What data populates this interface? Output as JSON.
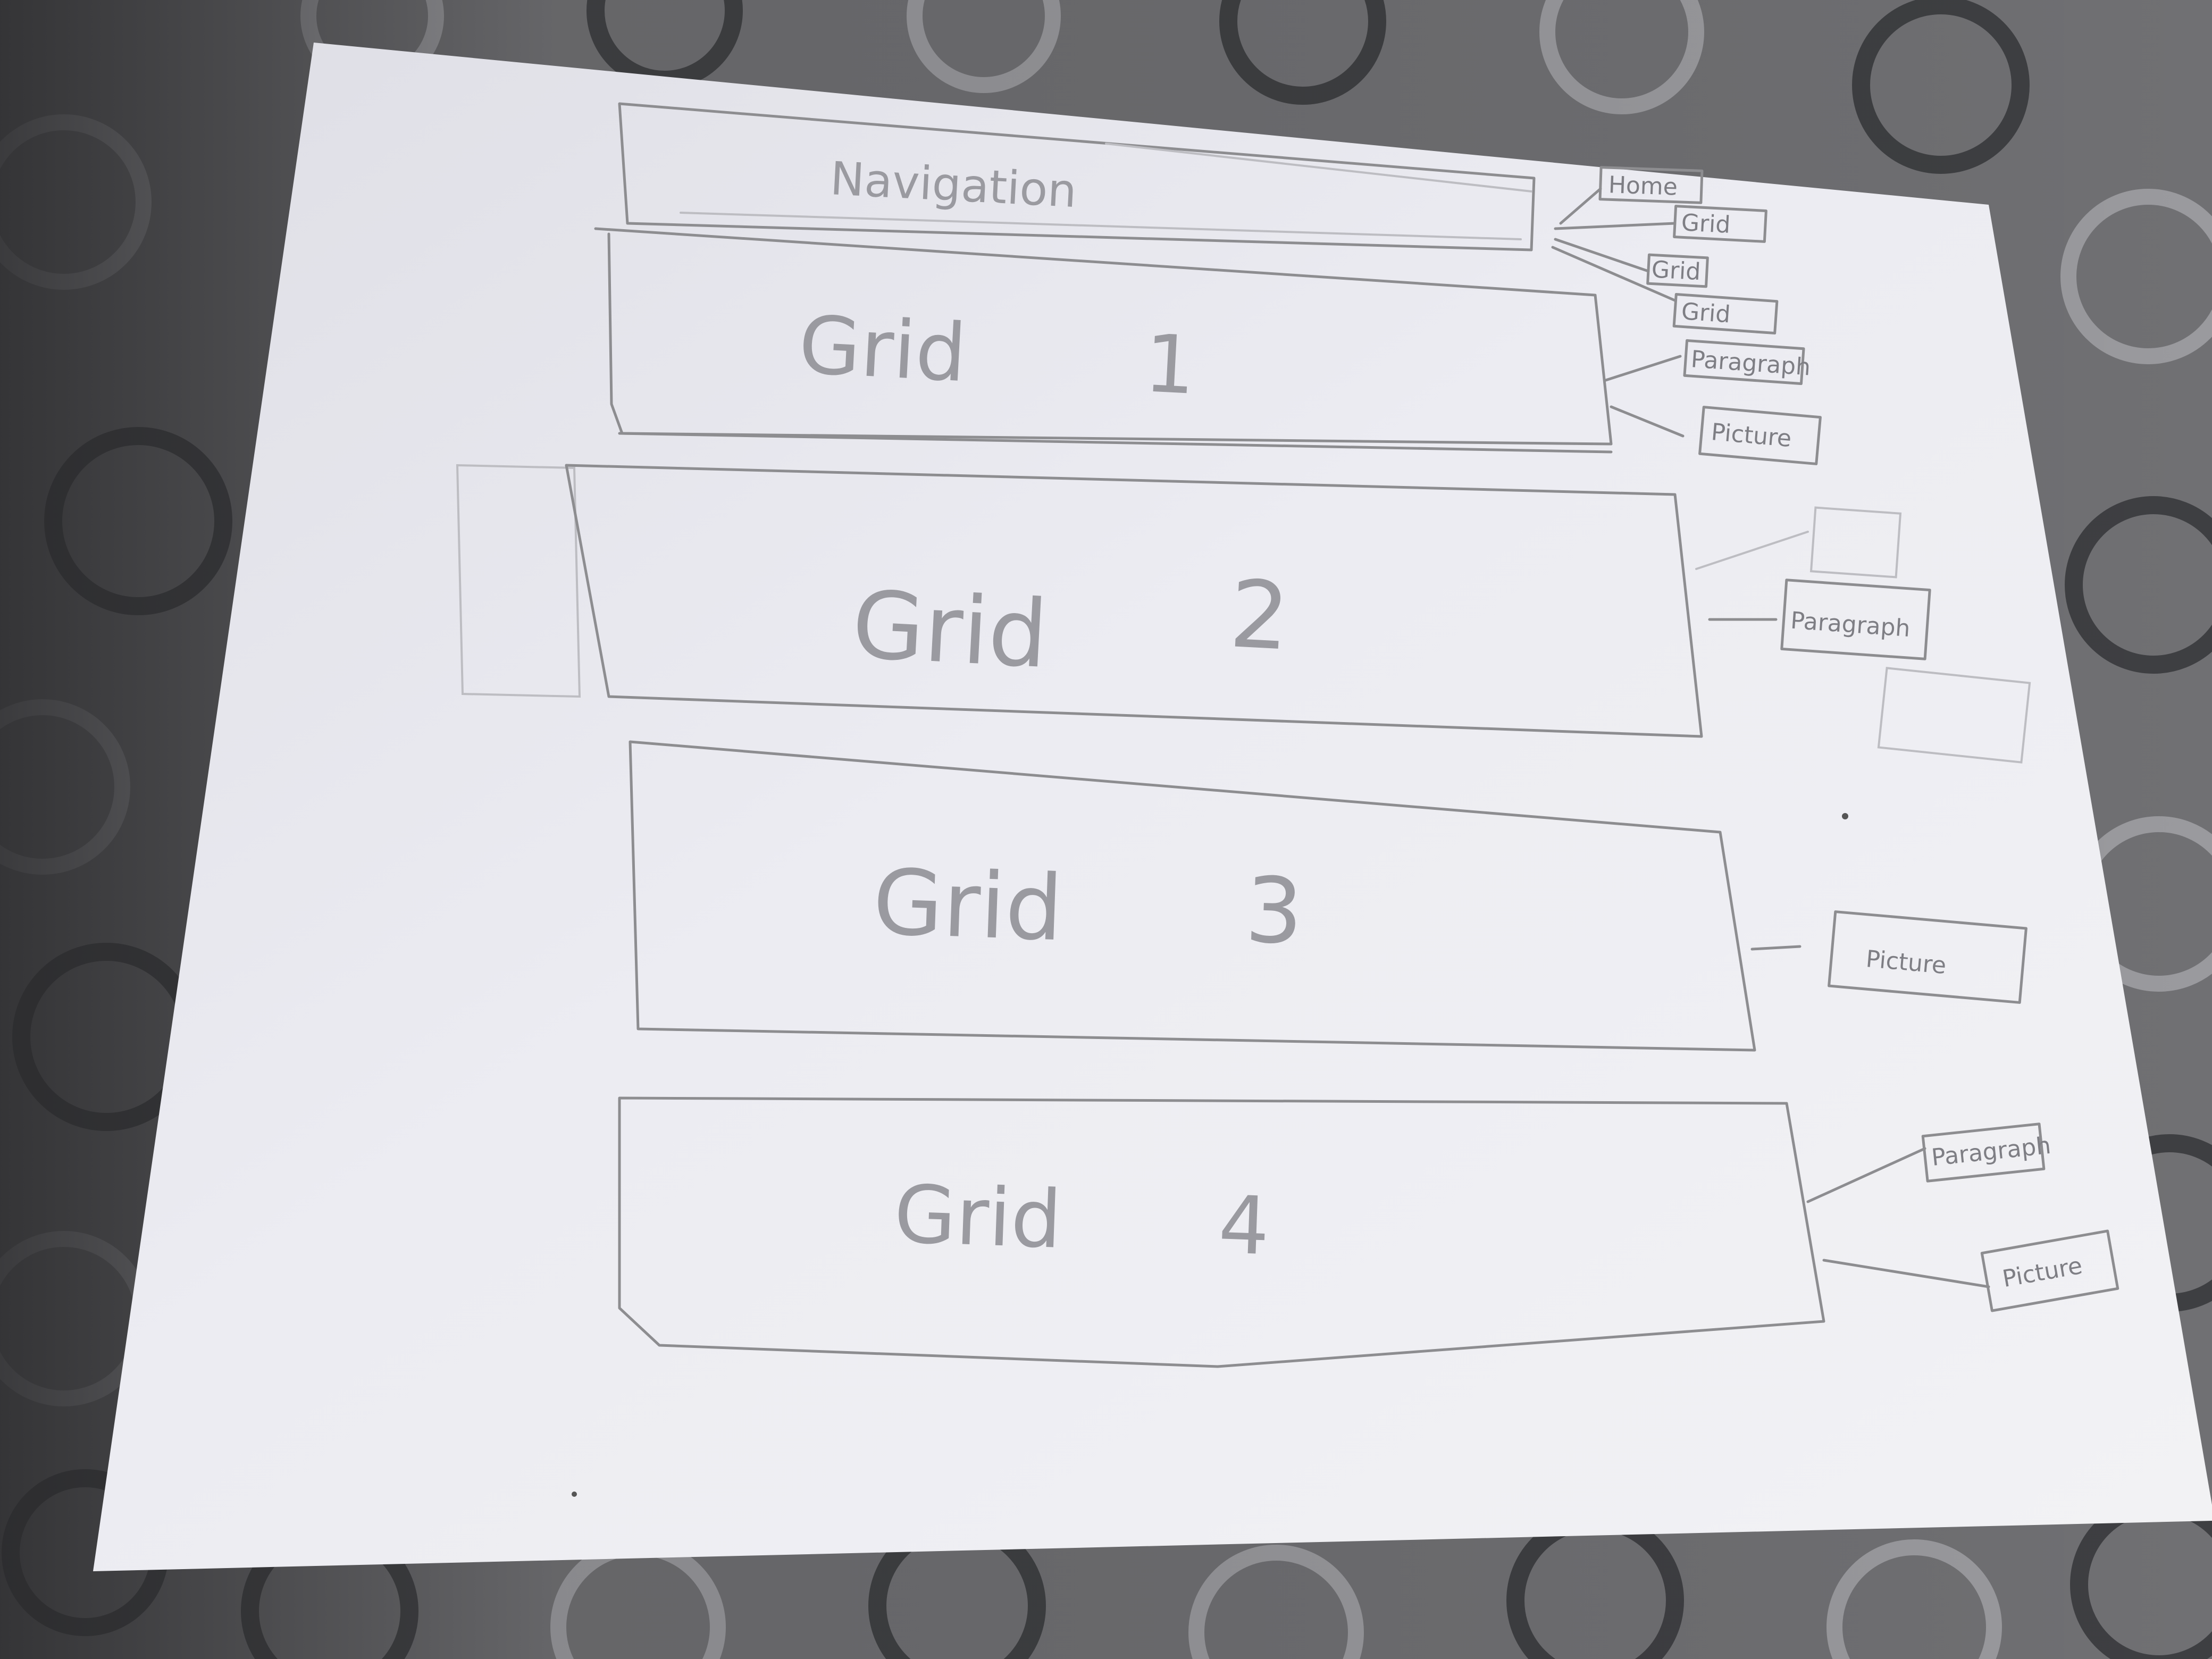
{
  "sketch": {
    "navigation": {
      "label": "Navigation",
      "items": [
        "Home",
        "Grid",
        "Grid",
        "Grid"
      ]
    },
    "grids": [
      {
        "label": "Grid",
        "number": "1",
        "attachments": [
          "Paragraph",
          "Picture"
        ]
      },
      {
        "label": "Grid",
        "number": "2",
        "attachments": [
          "Paragraph"
        ]
      },
      {
        "label": "Grid",
        "number": "3",
        "attachments": [
          "Picture"
        ]
      },
      {
        "label": "Grid",
        "number": "4",
        "attachments": [
          "Paragraph",
          "Picture"
        ]
      }
    ]
  },
  "colors": {
    "paper": "#ececf1",
    "pencil": "#8d8d90",
    "background_fabric": "#6f6f72",
    "fabric_pattern": "#3e3f42"
  }
}
